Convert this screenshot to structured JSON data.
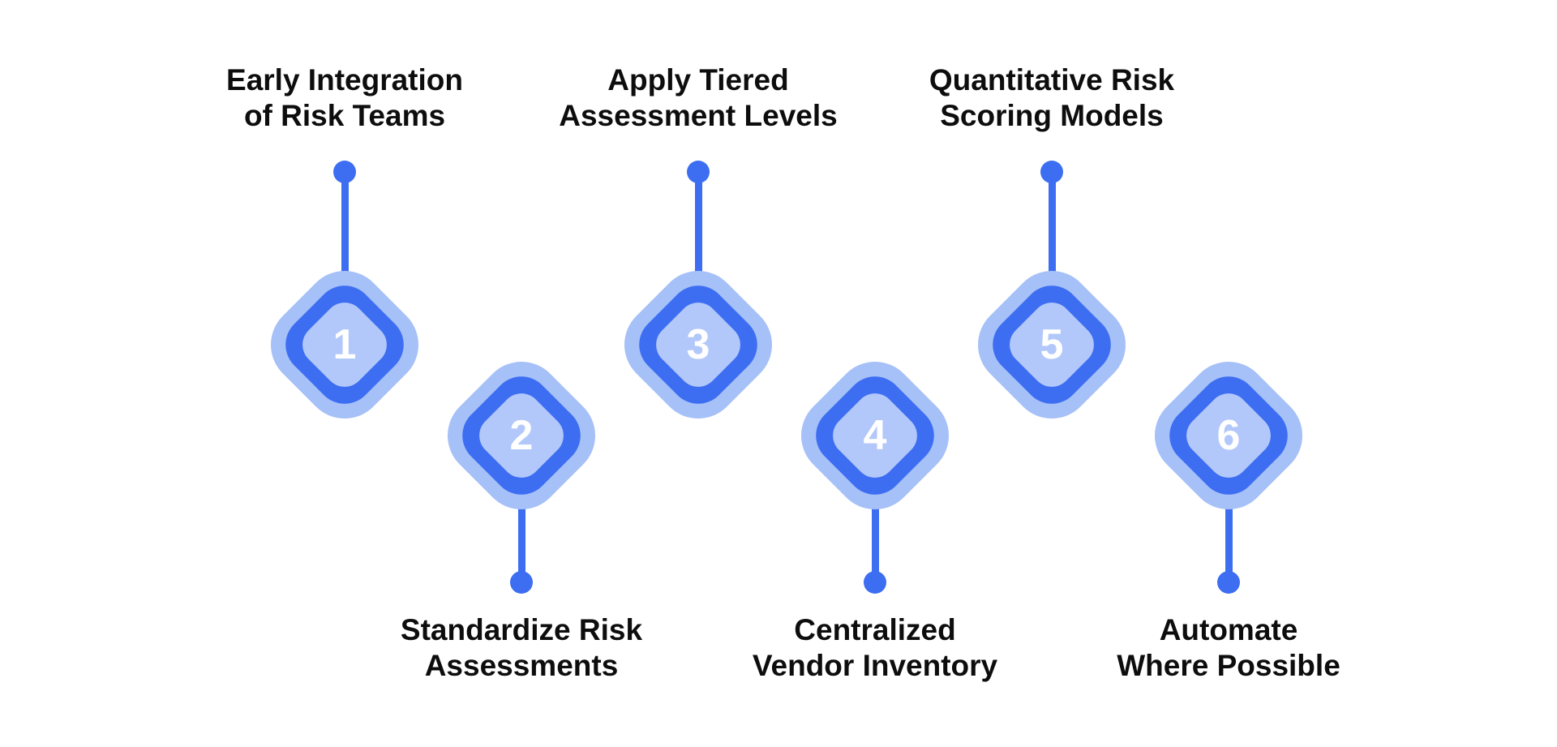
{
  "steps": [
    {
      "number": "1",
      "position": "top",
      "label_line1": "Early Integration",
      "label_line2": "of Risk Teams"
    },
    {
      "number": "2",
      "position": "bottom",
      "label_line1": "Standardize Risk",
      "label_line2": "Assessments"
    },
    {
      "number": "3",
      "position": "top",
      "label_line1": "Apply Tiered",
      "label_line2": "Assessment Levels"
    },
    {
      "number": "4",
      "position": "bottom",
      "label_line1": "Centralized",
      "label_line2": "Vendor Inventory"
    },
    {
      "number": "5",
      "position": "top",
      "label_line1": "Quantitative Risk",
      "label_line2": "Scoring Models"
    },
    {
      "number": "6",
      "position": "bottom",
      "label_line1": "Automate",
      "label_line2": "Where Possible"
    }
  ],
  "colors": {
    "accent_blue": "#3D6EF2",
    "diamond_outer": "#A6C0F8",
    "diamond_inner": "#B3C8FA",
    "label_text": "#0D0D0D",
    "number_text": "#FFFFFF",
    "background": "#FFFFFF"
  }
}
